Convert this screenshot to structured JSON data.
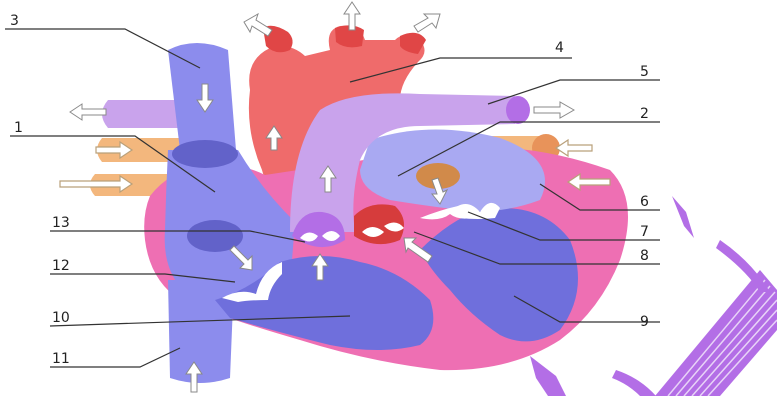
{
  "diagram": {
    "labels": {
      "l1": "1",
      "l2": "2",
      "l3": "3",
      "l4": "4",
      "l5": "5",
      "l6": "6",
      "l7": "7",
      "l8": "8",
      "l9": "9",
      "l10": "10",
      "l11": "11",
      "l12": "12",
      "l13": "13"
    },
    "colors": {
      "oxygenated": "#ef6b6b",
      "deoxygenated": "#8c8ced",
      "pulmonary_artery": "#c9a3ec",
      "pulmonary_vein": "#f3b77d",
      "myocardium": "#ee6fb3",
      "decoration": "#b36ee6"
    }
  }
}
